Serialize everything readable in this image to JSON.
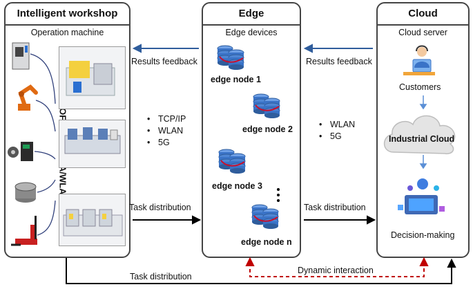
{
  "panels": {
    "workshop": {
      "title": "Intelligent workshop",
      "subtitle": "Operation machine",
      "protocols_label": "PROFINET/OP UA/WLAN/5G"
    },
    "edge": {
      "title": "Edge",
      "subtitle": "Edge devices",
      "nodes": [
        "edge node 1",
        "edge node 2",
        "edge node 3",
        "edge node n"
      ]
    },
    "cloud": {
      "title": "Cloud",
      "subtitle": "Cloud server",
      "customers": "Customers",
      "industrial_cloud": "Industrial Cloud",
      "decision": "Decision-making"
    }
  },
  "links": {
    "results_feedback_left": "Results feedback",
    "results_feedback_right": "Results feedback",
    "task_distribution_left": "Task distribution",
    "task_distribution_right": "Task distribution",
    "task_distribution_bottom": "Task distribution",
    "dynamic_interaction": "Dynamic interaction",
    "protocols_left": [
      "TCP/IP",
      "WLAN",
      "5G"
    ],
    "protocols_right": [
      "WLAN",
      "5G"
    ]
  },
  "colors": {
    "feedback_arrow": "#2f5d9c",
    "task_arrow": "#000000",
    "dynamic_arrow": "#c00000",
    "cloud_arrow": "#5b8fd6",
    "server_blue": "#3a73c7",
    "server_red": "#c8102e"
  }
}
